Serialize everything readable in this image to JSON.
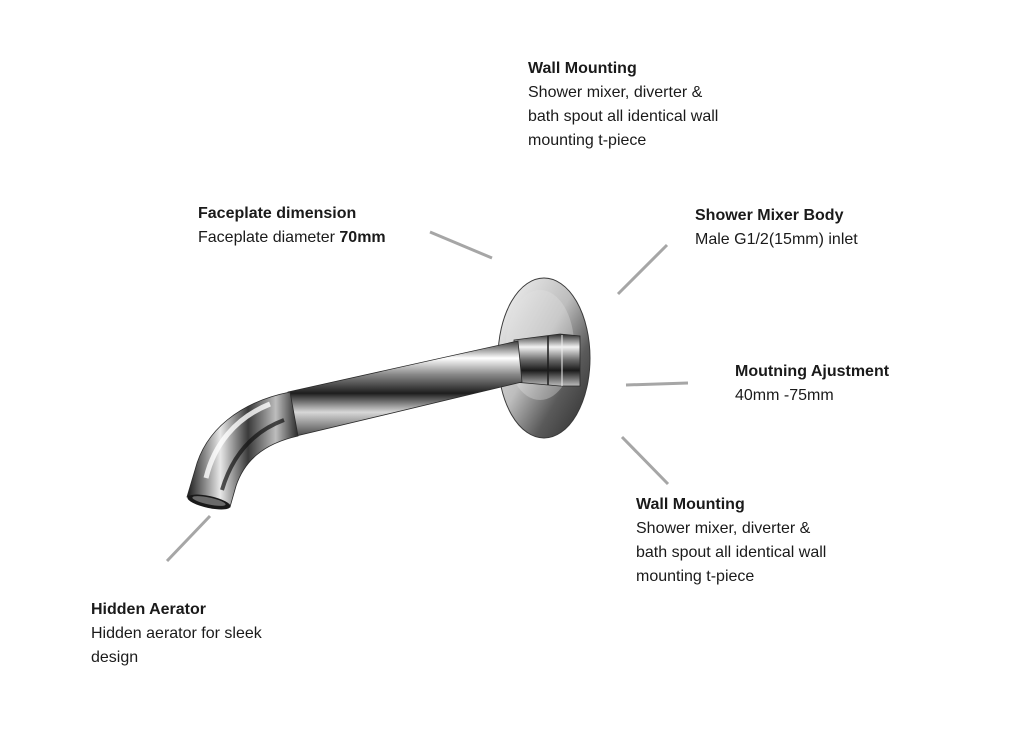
{
  "callouts": {
    "wall_mounting_top": {
      "title": "Wall Mounting",
      "lines": [
        "Shower mixer, diverter &",
        "bath spout all identical wall",
        "mounting t-piece"
      ]
    },
    "faceplate": {
      "title": "Faceplate dimension",
      "text_prefix": "Faceplate diameter ",
      "text_value": "70mm"
    },
    "mixer_body": {
      "title": "Shower Mixer Body",
      "lines": [
        "Male G1/2(15mm) inlet"
      ]
    },
    "mounting_adjustment": {
      "title": "Moutning Ajustment",
      "lines": [
        "40mm -75mm"
      ]
    },
    "wall_mounting_bottom": {
      "title": "Wall Mounting",
      "lines": [
        "Shower mixer, diverter &",
        "bath spout all identical wall",
        "mounting t-piece"
      ]
    },
    "hidden_aerator": {
      "title": "Hidden Aerator",
      "lines": [
        "Hidden aerator for sleek",
        "design"
      ]
    }
  },
  "colors": {
    "leader_line": "#a6a6a6",
    "chrome_dark": "#2b2b2b",
    "chrome_light": "#f4f4f4"
  }
}
